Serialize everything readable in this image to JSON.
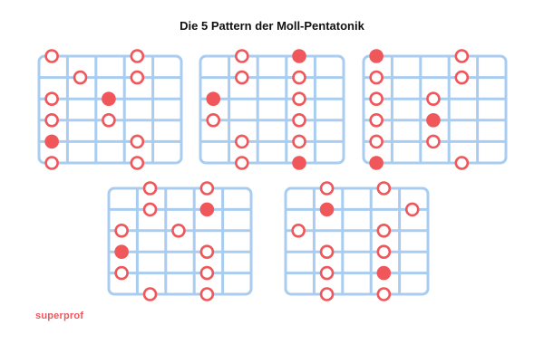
{
  "title": "Die 5 Pattern der Moll-Pentatonik",
  "brand": "superprof",
  "colors": {
    "fretboard": "#a9cdf0",
    "dot": "#f0575a",
    "dot_root_fill": "#f0575a",
    "dot_open_fill": "#ffffff",
    "brand": "#f0575a"
  },
  "patterns": [
    {
      "name": "pattern-1",
      "notes": [
        {
          "string": 1,
          "fret": 1,
          "root": false
        },
        {
          "string": 1,
          "fret": 4,
          "root": false
        },
        {
          "string": 2,
          "fret": 2,
          "root": false
        },
        {
          "string": 2,
          "fret": 4,
          "root": false
        },
        {
          "string": 3,
          "fret": 1,
          "root": false
        },
        {
          "string": 3,
          "fret": 3,
          "root": true
        },
        {
          "string": 4,
          "fret": 1,
          "root": false
        },
        {
          "string": 4,
          "fret": 3,
          "root": false
        },
        {
          "string": 5,
          "fret": 1,
          "root": true
        },
        {
          "string": 5,
          "fret": 4,
          "root": false
        },
        {
          "string": 6,
          "fret": 1,
          "root": false
        },
        {
          "string": 6,
          "fret": 4,
          "root": false
        }
      ]
    },
    {
      "name": "pattern-2",
      "notes": [
        {
          "string": 1,
          "fret": 2,
          "root": false
        },
        {
          "string": 1,
          "fret": 4,
          "root": true
        },
        {
          "string": 2,
          "fret": 2,
          "root": false
        },
        {
          "string": 2,
          "fret": 4,
          "root": false
        },
        {
          "string": 3,
          "fret": 1,
          "root": true
        },
        {
          "string": 3,
          "fret": 4,
          "root": false
        },
        {
          "string": 4,
          "fret": 1,
          "root": false
        },
        {
          "string": 4,
          "fret": 4,
          "root": false
        },
        {
          "string": 5,
          "fret": 2,
          "root": false
        },
        {
          "string": 5,
          "fret": 4,
          "root": false
        },
        {
          "string": 6,
          "fret": 2,
          "root": false
        },
        {
          "string": 6,
          "fret": 4,
          "root": true
        }
      ]
    },
    {
      "name": "pattern-3",
      "notes": [
        {
          "string": 1,
          "fret": 1,
          "root": true
        },
        {
          "string": 1,
          "fret": 4,
          "root": false
        },
        {
          "string": 2,
          "fret": 1,
          "root": false
        },
        {
          "string": 2,
          "fret": 4,
          "root": false
        },
        {
          "string": 3,
          "fret": 1,
          "root": false
        },
        {
          "string": 3,
          "fret": 3,
          "root": false
        },
        {
          "string": 4,
          "fret": 1,
          "root": false
        },
        {
          "string": 4,
          "fret": 3,
          "root": true
        },
        {
          "string": 5,
          "fret": 1,
          "root": false
        },
        {
          "string": 5,
          "fret": 3,
          "root": false
        },
        {
          "string": 6,
          "fret": 1,
          "root": true
        },
        {
          "string": 6,
          "fret": 4,
          "root": false
        }
      ]
    },
    {
      "name": "pattern-4",
      "notes": [
        {
          "string": 1,
          "fret": 2,
          "root": false
        },
        {
          "string": 1,
          "fret": 4,
          "root": false
        },
        {
          "string": 2,
          "fret": 2,
          "root": false
        },
        {
          "string": 2,
          "fret": 4,
          "root": true
        },
        {
          "string": 3,
          "fret": 1,
          "root": false
        },
        {
          "string": 3,
          "fret": 3,
          "root": false
        },
        {
          "string": 4,
          "fret": 1,
          "root": true
        },
        {
          "string": 4,
          "fret": 4,
          "root": false
        },
        {
          "string": 5,
          "fret": 1,
          "root": false
        },
        {
          "string": 5,
          "fret": 4,
          "root": false
        },
        {
          "string": 6,
          "fret": 2,
          "root": false
        },
        {
          "string": 6,
          "fret": 4,
          "root": false
        }
      ]
    },
    {
      "name": "pattern-5",
      "notes": [
        {
          "string": 1,
          "fret": 2,
          "root": false
        },
        {
          "string": 1,
          "fret": 4,
          "root": false
        },
        {
          "string": 2,
          "fret": 2,
          "root": true
        },
        {
          "string": 2,
          "fret": 5,
          "root": false
        },
        {
          "string": 3,
          "fret": 1,
          "root": false
        },
        {
          "string": 3,
          "fret": 4,
          "root": false
        },
        {
          "string": 4,
          "fret": 2,
          "root": false
        },
        {
          "string": 4,
          "fret": 4,
          "root": false
        },
        {
          "string": 5,
          "fret": 2,
          "root": false
        },
        {
          "string": 5,
          "fret": 4,
          "root": true
        },
        {
          "string": 6,
          "fret": 2,
          "root": false
        },
        {
          "string": 6,
          "fret": 4,
          "root": false
        }
      ]
    }
  ]
}
